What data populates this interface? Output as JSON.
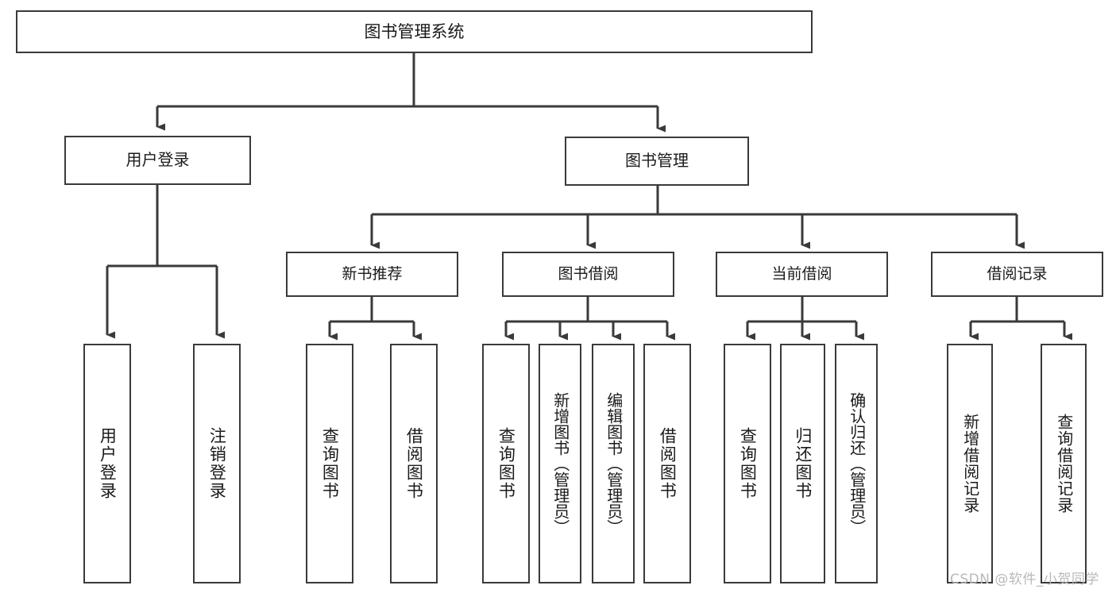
{
  "diagram": {
    "title": "图书管理系统",
    "type": "tree",
    "orientation": "top-down",
    "colors": {
      "background": "#ffffff",
      "box_border": "#3a3a3a",
      "box_fill": "#ffffff",
      "connector": "#3a3a3a",
      "text": "#1a1a1a",
      "watermark": "#b9b9b9"
    },
    "nodes": {
      "root": {
        "label": "图书管理系统"
      },
      "level1": [
        {
          "label": "用户登录"
        },
        {
          "label": "图书管理"
        }
      ],
      "level2": [
        {
          "label": "新书推荐"
        },
        {
          "label": "图书借阅"
        },
        {
          "label": "当前借阅"
        },
        {
          "label": "借阅记录"
        }
      ],
      "leaves": {
        "user_login": [
          {
            "label": "用户登录"
          },
          {
            "label": "注销登录"
          }
        ],
        "new_book_recommend": [
          {
            "label": "查询图书"
          },
          {
            "label": "借阅图书"
          }
        ],
        "book_borrow": [
          {
            "label": "查询图书"
          },
          {
            "label": "新增图书（管理员）"
          },
          {
            "label": "编辑图书（管理员）"
          },
          {
            "label": "借阅图书"
          }
        ],
        "current_borrow": [
          {
            "label": "查询图书"
          },
          {
            "label": "归还图书"
          },
          {
            "label": "确认归还（管理员）"
          }
        ],
        "borrow_record": [
          {
            "label": "新增借阅记录"
          },
          {
            "label": "查询借阅记录"
          }
        ]
      }
    },
    "watermark": "CSDN @软件_小贺同学"
  }
}
